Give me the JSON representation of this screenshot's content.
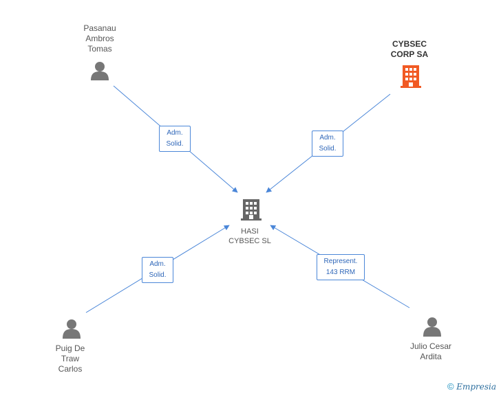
{
  "nodes": {
    "person_top_left": {
      "name": "Pasanau\nAmbros\nTomas",
      "icon": "person-icon"
    },
    "company_top_right": {
      "name": "CYBSEC\nCORP SA",
      "icon": "building-icon",
      "color": "#f15a24"
    },
    "center": {
      "name": "HASI\nCYBSEC SL",
      "icon": "building-icon",
      "color": "#666666"
    },
    "person_bottom_left": {
      "name": "Puig De\nTraw\nCarlos",
      "icon": "person-icon"
    },
    "person_bottom_right": {
      "name": "Julio Cesar\nArdita",
      "icon": "person-icon"
    }
  },
  "edges": {
    "top_left": "Adm.\nSolid.",
    "top_right": "Adm.\nSolid.",
    "bottom_left": "Adm.\nSolid.",
    "bottom_right": "Represent.\n143 RRM"
  },
  "footer": {
    "copyright": "©",
    "brand": "Empresia"
  },
  "colors": {
    "edge": "#4a86d8",
    "person": "#777777"
  }
}
